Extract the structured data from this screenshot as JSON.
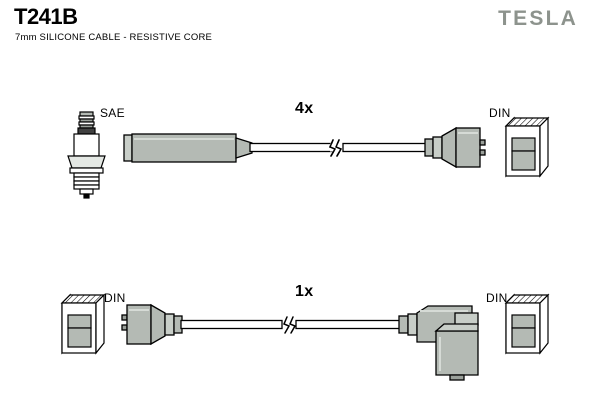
{
  "header": {
    "part_number": "T241B",
    "description": "7mm SILICONE CABLE - RESISTIVE CORE",
    "brand": "TESLA"
  },
  "assemblies": [
    {
      "quantity_label": "4x",
      "left_terminal_label": "SAE",
      "right_terminal_label": "DIN",
      "left_end": "spark-plug-sae",
      "left_connector": "straight-boot",
      "right_connector": "straight-din-boot",
      "right_end": "din-terminal-cap",
      "cable_break": true
    },
    {
      "quantity_label": "1x",
      "left_terminal_label": "DIN",
      "right_terminal_label": "DIN",
      "left_end": "din-terminal-cap",
      "left_connector": "straight-din-boot",
      "right_connector": "right-angle-din-boot",
      "right_end": "din-terminal-cap",
      "cable_break": true
    }
  ],
  "colors": {
    "outline": "#000000",
    "body_gray": "#b4bab4",
    "body_gray_dark": "#9aa09a",
    "body_gray_light": "#c8cec8",
    "brand_gray": "#8d938d",
    "insulator_white": "#ffffff",
    "background": "#ffffff"
  }
}
